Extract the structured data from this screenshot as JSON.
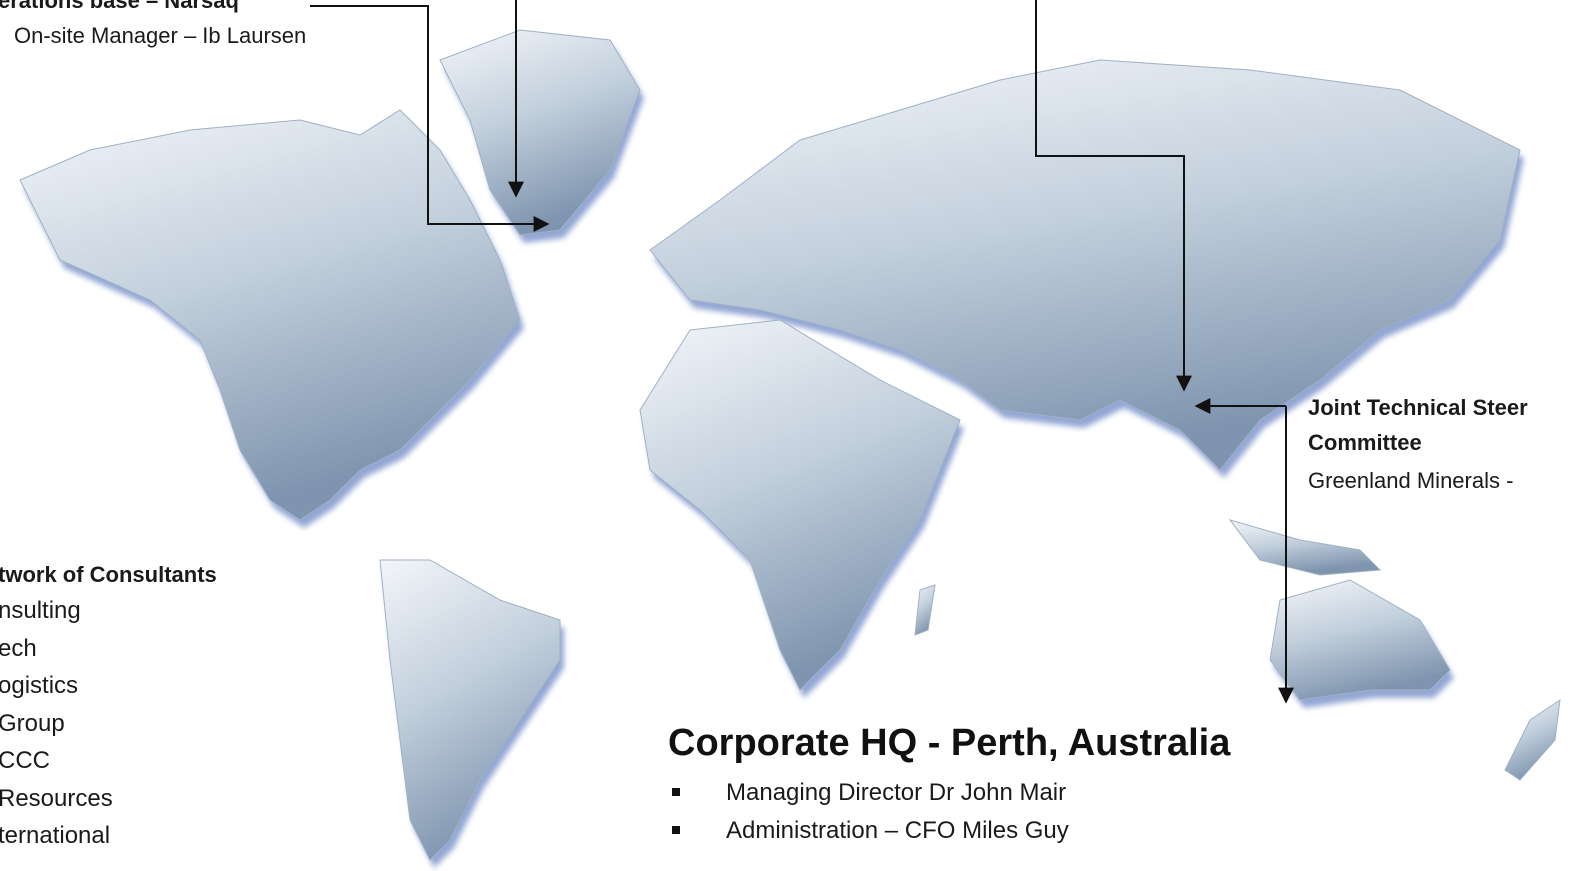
{
  "ops_base": {
    "title": "erations base – Narsaq",
    "manager": "On-site Manager – Ib Laursen"
  },
  "steering": {
    "title_line1": "Joint Technical Steer",
    "title_line2": "Committee",
    "member": "Greenland Minerals -"
  },
  "consultants": {
    "title": "twork of Consultants",
    "items": [
      "nsulting",
      "ech",
      "ogistics",
      "Group",
      "CCC",
      "Resources",
      "ternational"
    ]
  },
  "corporate_hq": {
    "title": "Corporate HQ - Perth, Australia",
    "items": [
      "Managing Director Dr John Mair",
      "Administration – CFO Miles Guy"
    ]
  },
  "colors": {
    "land_light": "#eef3f8",
    "land_mid": "#b7c6d6",
    "land_dark": "#6f86a2",
    "shadow": "#3a5fb0",
    "arrow": "#111111"
  }
}
